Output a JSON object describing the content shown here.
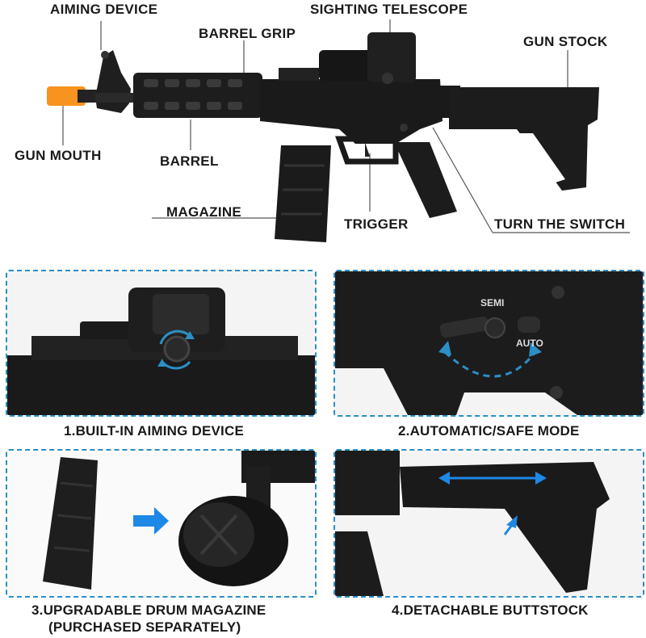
{
  "labels": {
    "aiming_device": "AIMING DEVICE",
    "sighting_telescope": "SIGHTING TELESCOPE",
    "barrel_grip": "BARREL GRIP",
    "gun_stock": "GUN STOCK",
    "gun_mouth": "GUN MOUTH",
    "barrel": "BARREL",
    "magazine": "MAGAZINE",
    "trigger": "TRIGGER",
    "turn_the_switch": "TURN THE SWITCH"
  },
  "panels": [
    {
      "caption": "1.BUILT-IN AIMING DEVICE"
    },
    {
      "caption": "2.AUTOMATIC/SAFE MODE",
      "semi": "SEMI",
      "auto": "AUTO"
    },
    {
      "caption": "3.UPGRADABLE DRUM MAGAZINE",
      "note": "(PURCHASED SEPARATELY)"
    },
    {
      "caption": "4.DETACHABLE BUTTSTOCK"
    }
  ],
  "colors": {
    "accent": "#2b8fc6",
    "arrow": "#1e88e5",
    "muzzle": "#f7931e",
    "body": "#1c1c1c"
  }
}
